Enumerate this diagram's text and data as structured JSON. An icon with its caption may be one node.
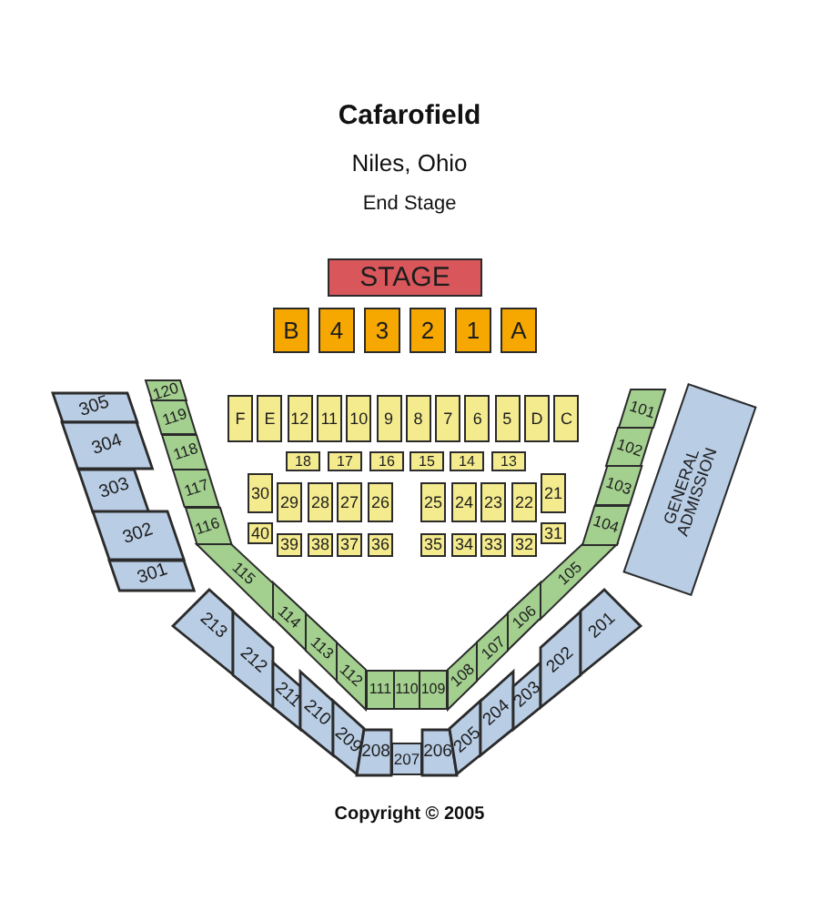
{
  "diagram": {
    "title": "Cafarofield",
    "nodes": [
      {
        "text": [
          "STAGE"
        ]
      },
      {
        "text": [
          "B"
        ]
      },
      {
        "text": [
          "4"
        ]
      },
      {
        "text": [
          "3"
        ]
      },
      {
        "text": [
          "2"
        ]
      },
      {
        "text": [
          "1"
        ]
      },
      {
        "text": [
          "A"
        ]
      },
      {
        "text": [
          "F"
        ]
      },
      {
        "text": [
          "E"
        ]
      },
      {
        "text": [
          "12"
        ]
      },
      {
        "text": [
          "11"
        ]
      },
      {
        "text": [
          "10"
        ]
      },
      {
        "text": [
          "9"
        ]
      },
      {
        "text": [
          "8"
        ]
      },
      {
        "text": [
          "7"
        ]
      },
      {
        "text": [
          "6"
        ]
      },
      {
        "text": [
          "5"
        ]
      },
      {
        "text": [
          "D"
        ]
      },
      {
        "text": [
          "C"
        ]
      },
      {
        "text": [
          "18"
        ]
      },
      {
        "text": [
          "17"
        ]
      },
      {
        "text": [
          "16"
        ]
      },
      {
        "text": [
          "15"
        ]
      },
      {
        "text": [
          "14"
        ]
      },
      {
        "text": [
          "13"
        ]
      },
      {
        "text": [
          "30"
        ]
      },
      {
        "text": [
          "29"
        ]
      },
      {
        "text": [
          "28"
        ]
      },
      {
        "text": [
          "27"
        ]
      },
      {
        "text": [
          "26"
        ]
      },
      {
        "text": [
          "25"
        ]
      },
      {
        "text": [
          "24"
        ]
      },
      {
        "text": [
          "23"
        ]
      },
      {
        "text": [
          "22"
        ]
      },
      {
        "text": [
          "21"
        ]
      },
      {
        "text": [
          "40"
        ]
      },
      {
        "text": [
          "39"
        ]
      },
      {
        "text": [
          "38"
        ]
      },
      {
        "text": [
          "37"
        ]
      },
      {
        "text": [
          "36"
        ]
      },
      {
        "text": [
          "35"
        ]
      },
      {
        "text": [
          "34"
        ]
      },
      {
        "text": [
          "33"
        ]
      },
      {
        "text": [
          "32"
        ]
      },
      {
        "text": [
          "31"
        ]
      },
      {
        "text": [
          "305"
        ]
      },
      {
        "text": [
          "304"
        ]
      },
      {
        "text": [
          "303"
        ]
      },
      {
        "text": [
          "302"
        ]
      },
      {
        "text": [
          "301"
        ]
      },
      {
        "text": [
          "120"
        ]
      },
      {
        "text": [
          "119"
        ]
      },
      {
        "text": [
          "118"
        ]
      },
      {
        "text": [
          "117"
        ]
      },
      {
        "text": [
          "116"
        ]
      },
      {
        "text": [
          "115"
        ]
      },
      {
        "text": [
          "114"
        ]
      },
      {
        "text": [
          "113"
        ]
      },
      {
        "text": [
          "112"
        ]
      },
      {
        "text": [
          "111"
        ]
      },
      {
        "text": [
          "110"
        ]
      },
      {
        "text": [
          "109"
        ]
      },
      {
        "text": [
          "108"
        ]
      },
      {
        "text": [
          "107"
        ]
      },
      {
        "text": [
          "106"
        ]
      },
      {
        "text": [
          "105"
        ]
      },
      {
        "text": [
          "104"
        ]
      },
      {
        "text": [
          "103"
        ]
      },
      {
        "text": [
          "102"
        ]
      },
      {
        "text": [
          "101"
        ]
      },
      {
        "text": [
          "GENERAL ADMISSION"
        ]
      },
      {
        "text": [
          "213"
        ]
      },
      {
        "text": [
          "212"
        ]
      },
      {
        "text": [
          "211"
        ]
      },
      {
        "text": [
          "210"
        ]
      },
      {
        "text": [
          "209"
        ]
      },
      {
        "text": [
          "208"
        ]
      },
      {
        "text": [
          "207"
        ]
      },
      {
        "text": [
          "206"
        ]
      },
      {
        "text": [
          "205"
        ]
      },
      {
        "text": [
          "204"
        ]
      },
      {
        "text": [
          "203"
        ]
      },
      {
        "text": [
          "202"
        ]
      },
      {
        "text": [
          "201"
        ]
      }
    ],
    "labels": [
      "Niles, Ohio",
      "End Stage",
      "Copyright © 2005"
    ]
  }
}
